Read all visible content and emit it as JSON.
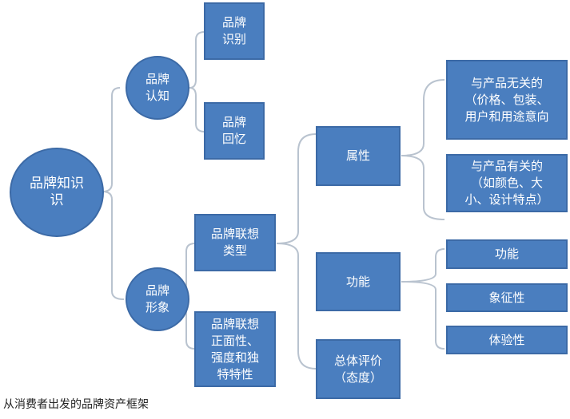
{
  "root": "品牌知识\n识",
  "awareness": "品牌\n认知",
  "image": "品牌\n形象",
  "recognition": "品牌\n识别",
  "recall": "品牌\n回忆",
  "assoc_type": "品牌联想\n类型",
  "assoc_quality": "品牌联想\n正面性、\n强度和独\n特特性",
  "attributes": "属性",
  "benefits": "功能",
  "attitude": "总体评价\n（态度）",
  "non_product": "与产品无关的\n（价格、包装、\n用户和用途意向",
  "product": "与产品有关的\n（如颜色、大\n小、设计特点）",
  "functional": "功能",
  "symbolic": "象征性",
  "experiential": "体验性",
  "caption": "从消费者出发的品牌资产框架",
  "colors": {
    "node": "#4a7ebf",
    "line": "#b9c3cf"
  }
}
